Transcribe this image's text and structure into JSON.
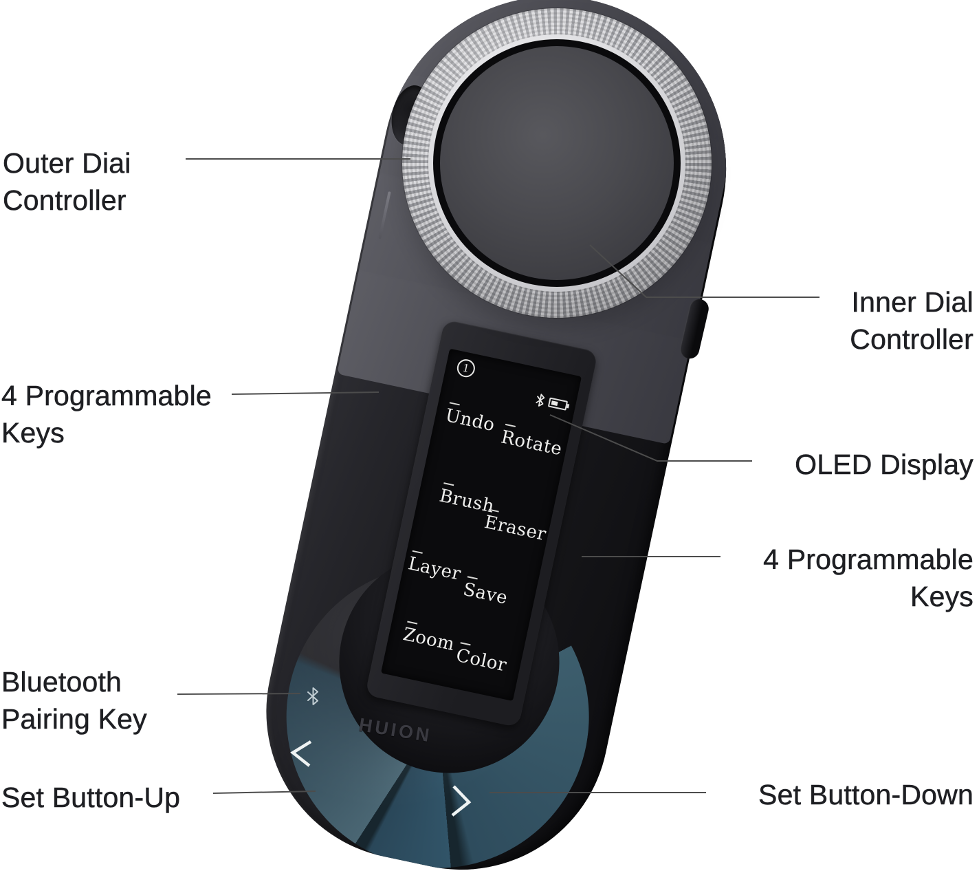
{
  "device": {
    "brand": "HUION"
  },
  "oled_screen": {
    "preset_number": "1",
    "status_icons": [
      "bluetooth-icon",
      "battery-icon"
    ],
    "functions": [
      [
        "Undo",
        "Rotate"
      ],
      [
        "Brush",
        "Eraser"
      ],
      [
        "Layer",
        "Save"
      ],
      [
        "Zoom",
        "Color"
      ]
    ]
  },
  "labels": {
    "outer_dial": {
      "line1": "Outer Diai",
      "line2": "Controller"
    },
    "inner_dial": {
      "line1": "Inner Dial",
      "line2": "Controller"
    },
    "left_keys": {
      "line1": "4 Programmable",
      "line2": "Keys"
    },
    "oled": {
      "line1": "OLED Display"
    },
    "right_keys": {
      "line1": "4 Programmable",
      "line2": "Keys"
    },
    "bluetooth": {
      "line1": "Bluetooth",
      "line2": "Pairing Key"
    },
    "set_up": {
      "line1": "Set Button-Up"
    },
    "set_down": {
      "line1": "Set Button-Down"
    }
  },
  "colors": {
    "label-text": "#1e1f23",
    "leader": "#4c4c4c",
    "accent-dash": "#36a7dd",
    "body-dark": "#1b1b1f",
    "key-gray": "#4e4e55",
    "wedge-left": "#44626f",
    "wedge-mid": "#31546a",
    "wedge-right": "#3f5e6c",
    "dial-silver": "#d2d2d5",
    "screen-bg": "#0b0b0d",
    "screen-text": "#eeeeec",
    "logo": "#3a3a41"
  }
}
